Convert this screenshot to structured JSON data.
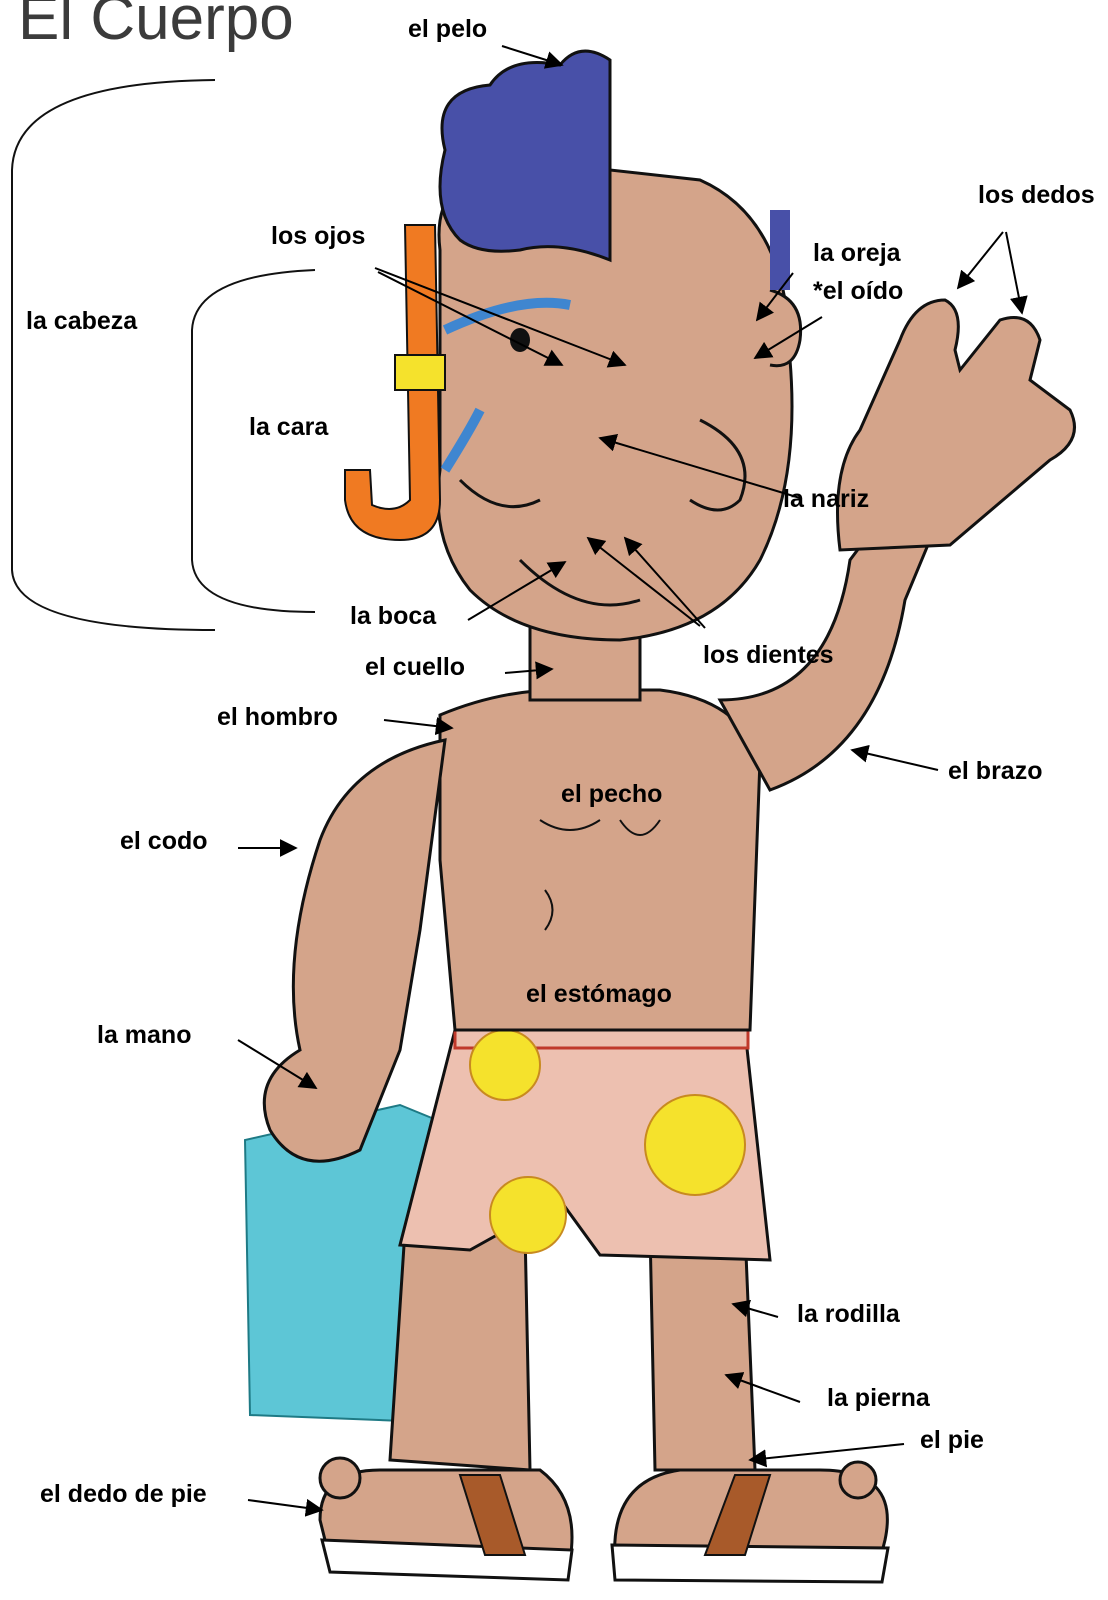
{
  "title": "El Cuerpo",
  "colors": {
    "skin": "#d4a48a",
    "hair": "#4850a8",
    "snorkel": "#f07a22",
    "goggle_strap": "#3f86d0",
    "shorts": "#edc0b0",
    "dots": "#f5e22c",
    "towel": "#5dc6d6",
    "sandal": "#a85a2a",
    "outline": "#111111"
  },
  "labels": {
    "pelo": "el pelo",
    "ojos": "los ojos",
    "cabeza": "la cabeza",
    "cara": "la cara",
    "boca": "la boca",
    "cuello": "el cuello",
    "hombro": "el hombro",
    "codo": "el codo",
    "mano": "la mano",
    "dedo_pie": "el dedo de pie",
    "dedos": "los dedos",
    "oreja": "la oreja",
    "oido": "*el oído",
    "nariz": "la nariz",
    "dientes": "los dientes",
    "brazo": "el brazo",
    "pecho": "el pecho",
    "estomago": "el estómago",
    "rodilla": "la rodilla",
    "pierna": "la pierna",
    "pie": "el pie"
  }
}
